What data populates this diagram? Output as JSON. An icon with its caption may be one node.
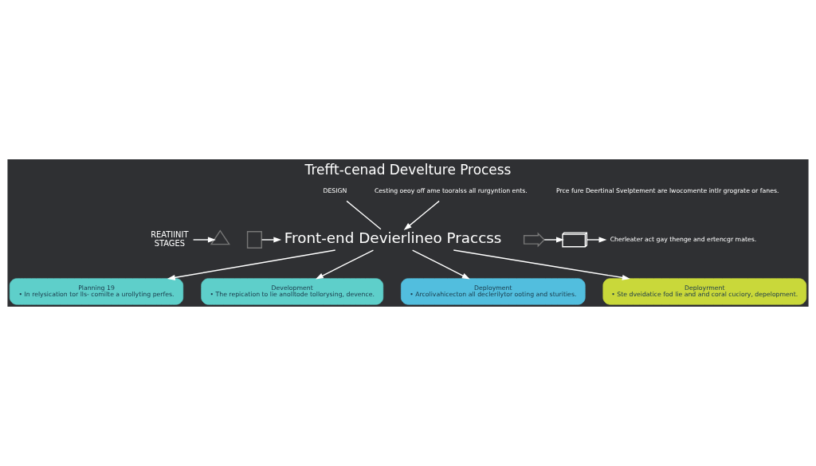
{
  "diagram": {
    "title": "Trefft-cenad Develture Process",
    "nodes": [
      {
        "text": [
          "REATIINIT",
          "STAGES"
        ]
      },
      {
        "text": [],
        "shape": "triangle"
      },
      {
        "text": [],
        "shape": "lock"
      },
      {
        "text": [
          "Front-end Devierlineo Praccss"
        ]
      },
      {
        "text": [],
        "shape": "wrench"
      },
      {
        "text": [],
        "shape": "keypad"
      },
      {
        "text": [
          "Cherleater act gay thenge and ertencgr mates."
        ]
      },
      {
        "text": [
          "DESIGN"
        ]
      },
      {
        "text": [
          "Cesting oeoy off ame tooralss all rurgyntion ents."
        ]
      },
      {
        "text": [
          "Prce fure Deertinal Svelptement are lwocomente intlr grograte or fanes."
        ]
      },
      {
        "text": [
          "Planning 19",
          "• In relysication tor lls- comilte a urollyting perfes."
        ]
      },
      {
        "text": [
          "Development",
          "• The repication to lie anolltode tollorysing, devence."
        ]
      },
      {
        "text": [
          "Deployment",
          "• Arcolivahicecton all declerilytor ooting and sturities."
        ]
      },
      {
        "text": [
          "Deployrment",
          "• Ste dveidatice fod lie and and coral cuciory, depelopment."
        ]
      }
    ],
    "edges": [
      {
        "from": 0,
        "to": 1,
        "arrow": "to"
      },
      {
        "from": 2,
        "to": 3,
        "arrow": "to"
      },
      {
        "from": 4,
        "to": 5,
        "arrow": "to"
      },
      {
        "from": 5,
        "to": 6,
        "arrow": "to"
      },
      {
        "from": 7,
        "to": 3,
        "arrow": "none"
      },
      {
        "from": 8,
        "to": 3,
        "arrow": "to"
      },
      {
        "from": 3,
        "to": 10,
        "arrow": "to"
      },
      {
        "from": 3,
        "to": 11,
        "arrow": "to"
      },
      {
        "from": 3,
        "to": 12,
        "arrow": "to"
      },
      {
        "from": 3,
        "to": 13,
        "arrow": "to"
      }
    ]
  }
}
